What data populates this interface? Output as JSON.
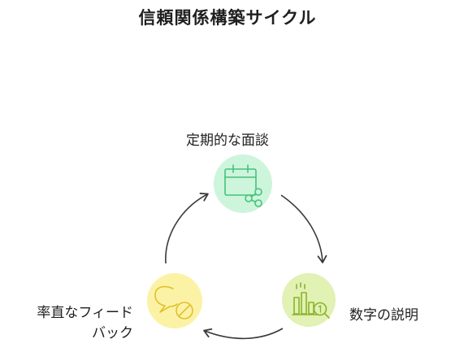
{
  "title": "信頼関係構築サイクル",
  "nodes": [
    {
      "id": "meeting",
      "label": "定期的な面談",
      "icon": "calendar-share-icon",
      "color": "#cdf5dc",
      "stroke": "#46c27a"
    },
    {
      "id": "numbers",
      "label": "数字の説明",
      "icon": "bar-chart-search-icon",
      "color": "#e2f1b4",
      "stroke": "#8bb42a"
    },
    {
      "id": "feedback",
      "label_lines": [
        "率直なフィード",
        "バック"
      ],
      "icon": "speech-bubble-no-icon",
      "color": "#fcf2a6",
      "stroke": "#e2c02c"
    }
  ],
  "colors": {
    "arrow": "#3a3a3a",
    "text": "#1f1f1f"
  }
}
